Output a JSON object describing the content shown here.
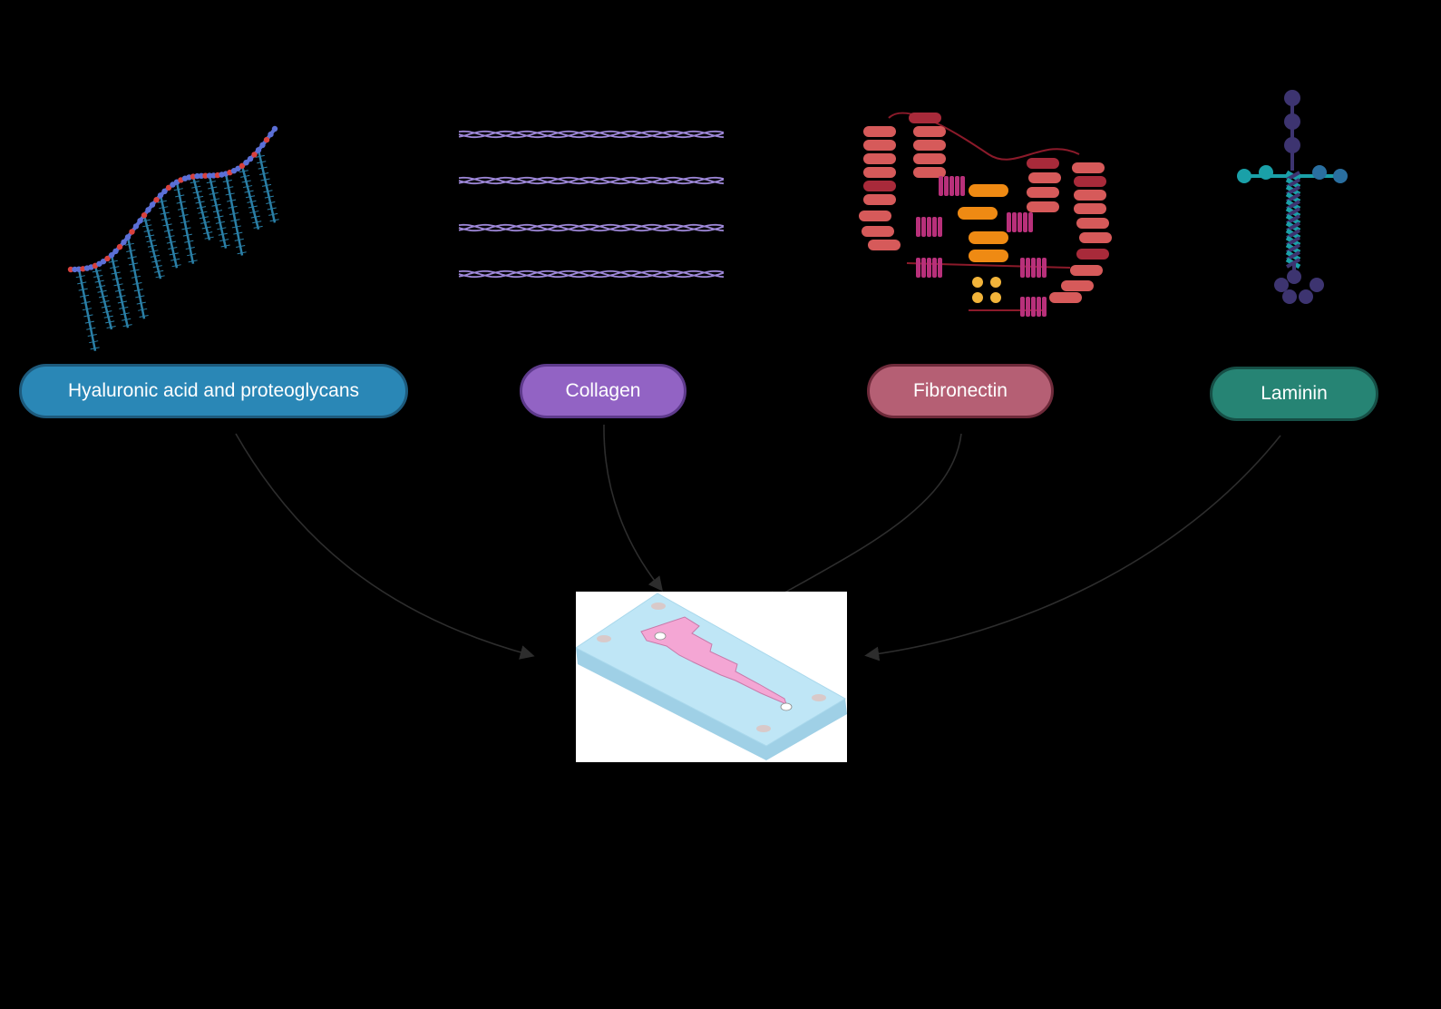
{
  "labels": [
    {
      "id": "ha",
      "text": "Hyaluronic acid and proteoglycans",
      "fill": "#2a87b6",
      "border": "#1d5a7c"
    },
    {
      "id": "col",
      "text": "Collagen",
      "fill": "#9263c4",
      "border": "#5e3a8c"
    },
    {
      "id": "fib",
      "text": "Fibronectin",
      "fill": "#b55f74",
      "border": "#6e2a3a"
    },
    {
      "id": "lam",
      "text": "Laminin",
      "fill": "#268474",
      "border": "#164f46"
    }
  ],
  "colors": {
    "background": "#000000",
    "arrow": "#2d2d2d",
    "hyaluronic_chain": "#5b6fd6",
    "hyaluronic_bristles": "#2a7fa6",
    "proteoglycan_nodes": "#d8413d",
    "collagen_helix": "#9c86d6",
    "fibronectin_modules": "#d65a5a",
    "fibronectin_magenta": "#b8307a",
    "fibronectin_orange": "#ef8a13",
    "laminin_dark": "#3d3470",
    "laminin_teal": "#1aa0a8",
    "chip_body": "#b8e2f2",
    "chip_channel": "#f4a6d4"
  },
  "icons": [
    "hyaluronic-acid-proteoglycan-icon",
    "collagen-fibers-icon",
    "fibronectin-icon",
    "laminin-icon",
    "microfluidic-chip-icon"
  ]
}
